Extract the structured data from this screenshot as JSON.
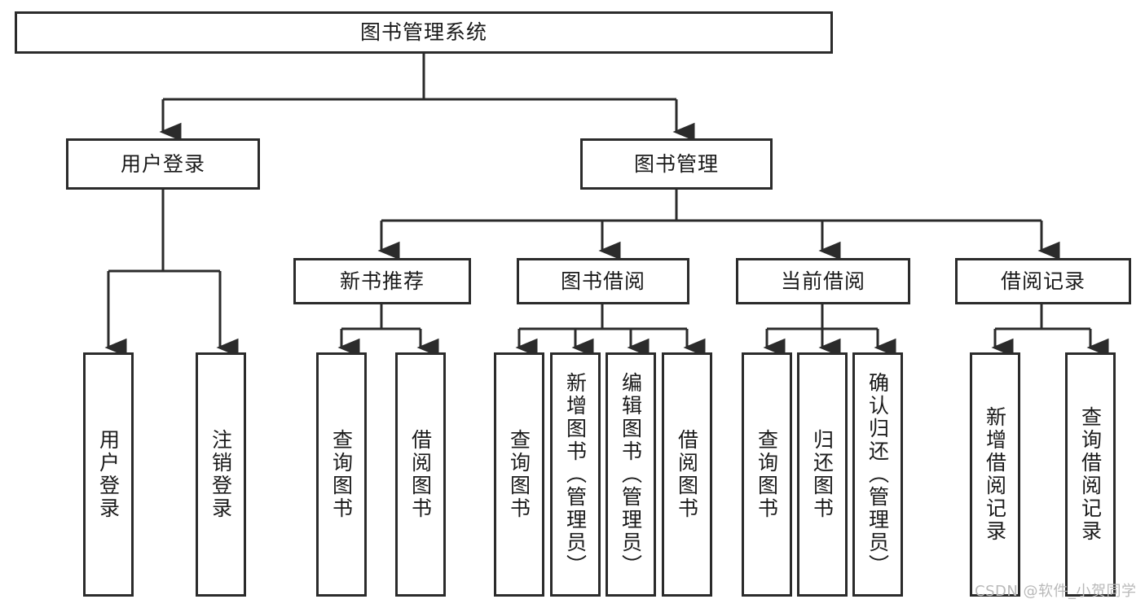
{
  "diagram": {
    "type": "tree",
    "title": "图书管理系统",
    "orientation": "top-down",
    "colors": {
      "box_border": "#2b2b2b",
      "box_fill": "#ffffff",
      "connector": "#2b2b2b",
      "text": "#1a1a1a",
      "watermark": "#b9b9b9",
      "background": "#ffffff"
    },
    "root": {
      "label": "图书管理系统"
    },
    "level2": [
      {
        "label": "用户登录"
      },
      {
        "label": "图书管理"
      }
    ],
    "level3": [
      {
        "label": "新书推荐"
      },
      {
        "label": "图书借阅"
      },
      {
        "label": "当前借阅"
      },
      {
        "label": "借阅记录"
      }
    ],
    "leaves": {
      "user_login": [
        {
          "label": "用户登录"
        },
        {
          "label": "注销登录"
        }
      ],
      "new_book_recommend": [
        {
          "label": "查询图书"
        },
        {
          "label": "借阅图书"
        }
      ],
      "book_borrow": [
        {
          "label": "查询图书"
        },
        {
          "label": "新增图书（管理员）"
        },
        {
          "label": "编辑图书（管理员）"
        },
        {
          "label": "借阅图书"
        }
      ],
      "current_borrow": [
        {
          "label": "查询图书"
        },
        {
          "label": "归还图书"
        },
        {
          "label": "确认归还（管理员）"
        }
      ],
      "borrow_records": [
        {
          "label": "新增借阅记录"
        },
        {
          "label": "查询借阅记录"
        }
      ]
    }
  },
  "watermark": {
    "text": "CSDN @软件_小贺同学"
  }
}
